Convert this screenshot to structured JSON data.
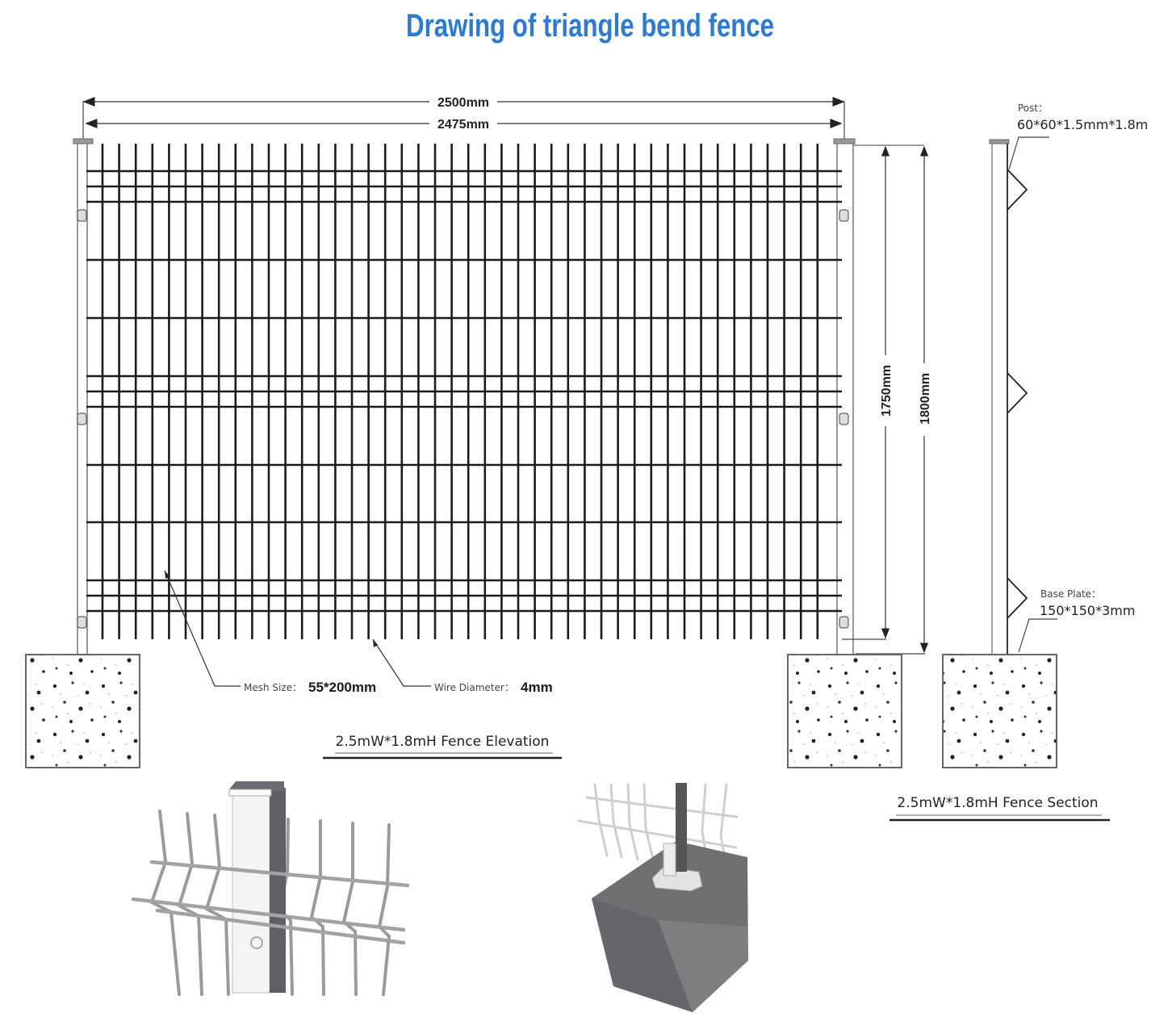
{
  "title": "Drawing of triangle bend fence",
  "colors": {
    "title": "#2a7ad6",
    "wire": "#1e1a18",
    "post": "#777777",
    "dimension_line": "#555555",
    "concrete_block": "#555555",
    "footing_3d": "#6f7072"
  },
  "elevation": {
    "dimensions": {
      "overall_width": "2500mm",
      "panel_width": "2475mm",
      "panel_height": "1750mm",
      "post_height": "1800mm"
    },
    "callouts": {
      "mesh_size_label": "Mesh Size：",
      "mesh_size_value": "55*200mm",
      "wire_diameter_label": "Wire Diameter：",
      "wire_diameter_value": "4mm"
    },
    "caption": "2.5mW*1.8mH Fence Elevation"
  },
  "section": {
    "post_label": "Post：",
    "post_value": "60*60*1.5mm*1.8m",
    "base_plate_label": "Base Plate：",
    "base_plate_value": "150*150*3mm",
    "caption": "2.5mW*1.8mH Fence Section"
  },
  "illustrations": [
    {
      "name": "post-and-panel-3d-view"
    },
    {
      "name": "post-base-plate-concrete-footing-3d-view"
    }
  ]
}
